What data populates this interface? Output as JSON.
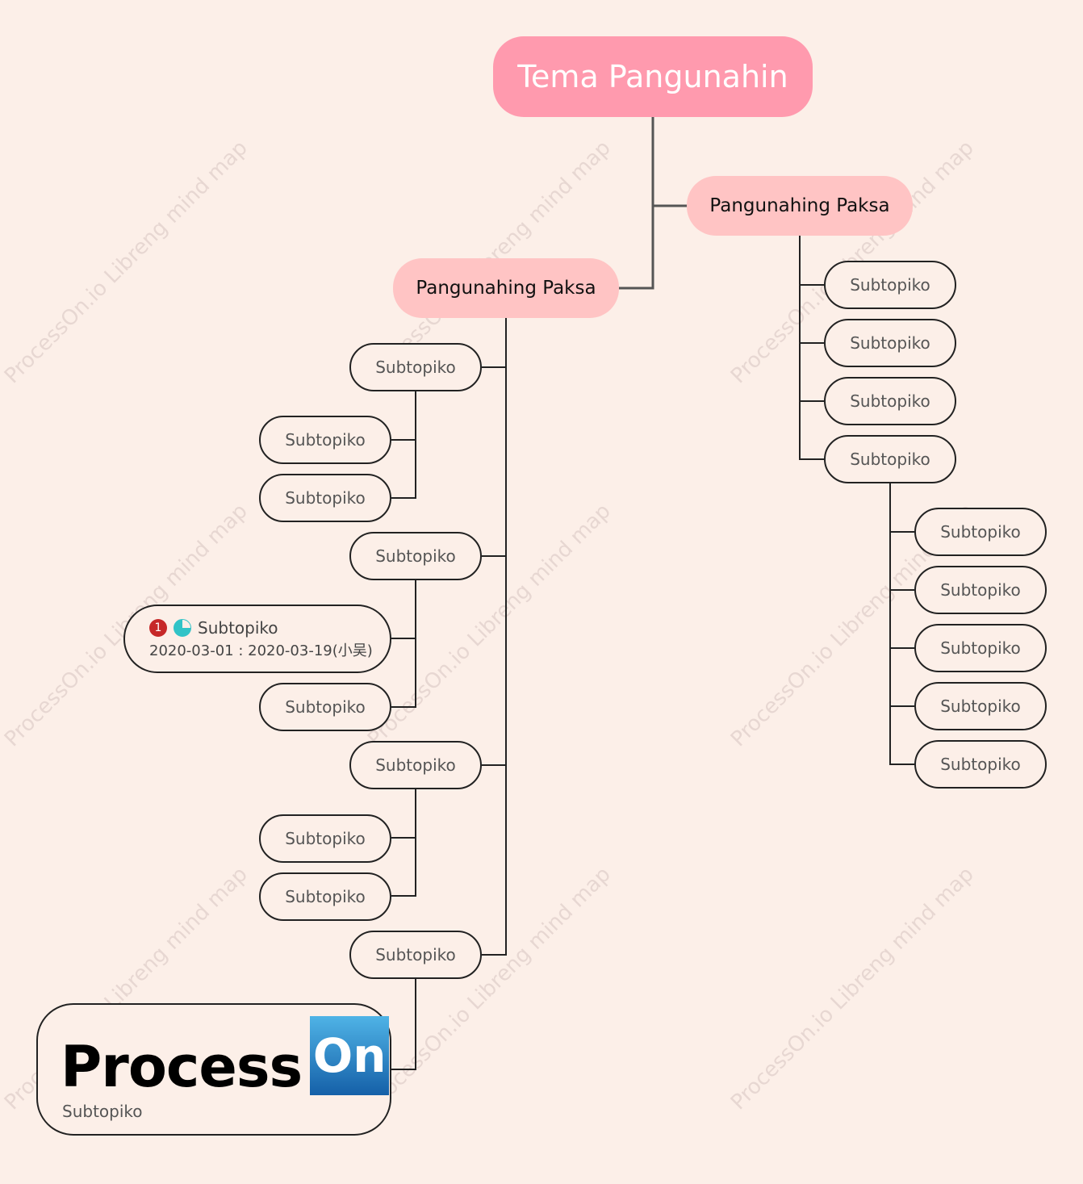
{
  "root": {
    "label": "Tema Pangunahin"
  },
  "branches": [
    {
      "label": "Pangunahing Paksa"
    },
    {
      "label": "Pangunahing Paksa"
    }
  ],
  "subtopic_label": "Subtopiko",
  "task": {
    "priority": "1",
    "label": "Subtopiko",
    "dates": "2020-03-01 : 2020-03-19(小吴)"
  },
  "logo": {
    "word": "Process",
    "badge": "On",
    "caption": "Subtopiko"
  },
  "watermark": "ProcessOn.io Libreng mind map",
  "colors": {
    "background": "#fcefe8",
    "root": "#ff9aae",
    "main_topic": "#ffc4c4",
    "priority": "#c62828",
    "progress": "#31c3c7"
  }
}
